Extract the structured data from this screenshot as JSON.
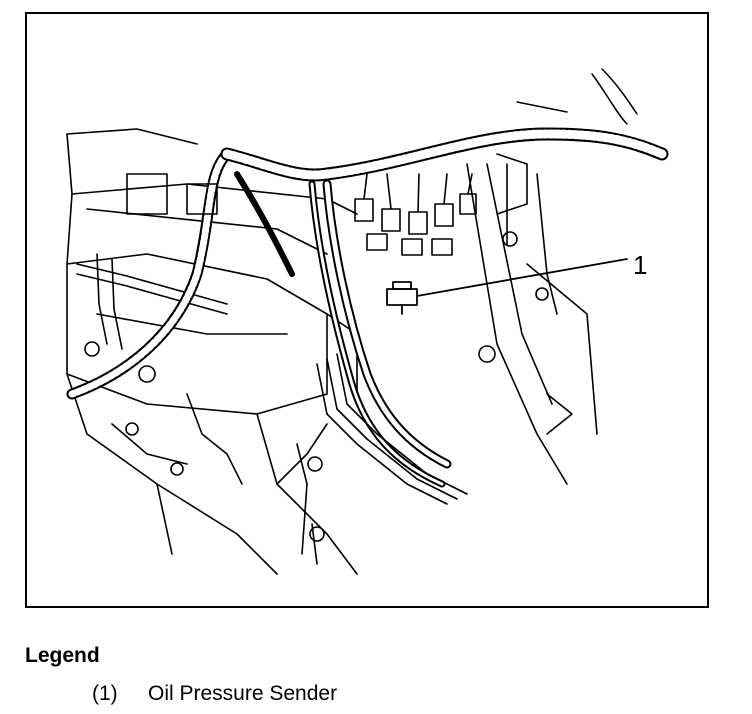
{
  "figure": {
    "callouts": [
      {
        "number": "1"
      }
    ]
  },
  "legend": {
    "title": "Legend",
    "items": [
      {
        "number": "(1)",
        "label": "Oil Pressure Sender"
      }
    ]
  }
}
